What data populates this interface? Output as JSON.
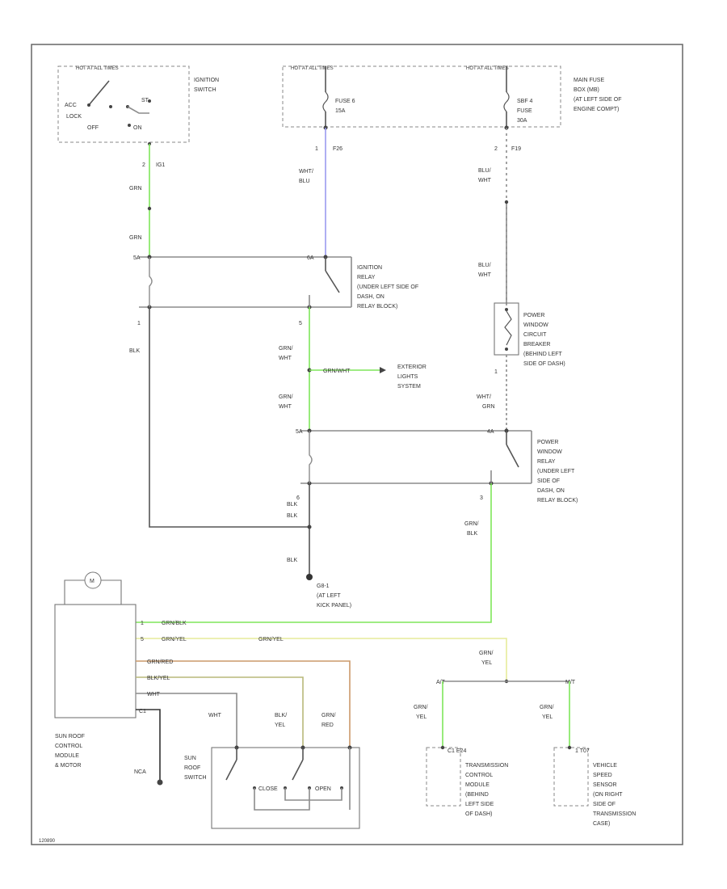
{
  "colors": {
    "grn": "#7ee65a",
    "blu": "#9a9aee",
    "yel": "#e6ec9a",
    "red": "#cc9a6a",
    "wire": "#8c8c8c",
    "blk": "#555555"
  },
  "diagram_code": "120890",
  "ignition_switch": {
    "header": "HOT AT ALL TIMES",
    "label1": "IGNITION",
    "label2": "SWITCH",
    "acc": "ACC",
    "lock": "LOCK",
    "start": "ST",
    "off": "OFF",
    "on": "ON",
    "pin": "2",
    "pin_name": "IG1"
  },
  "fuse_box": {
    "header1": "HOT AT ALL TIMES",
    "header2": "HOT AT ALL TIMES",
    "fuse1": "FUSE 6",
    "fuse1_amp": "15A",
    "fuse2": "SBF 4",
    "fuse2_name": "FUSE",
    "fuse2_amp": "30A",
    "loc1": "MAIN FUSE",
    "loc2": "BOX (MB)",
    "loc3": "(AT LEFT SIDE OF",
    "loc4": "ENGINE COMPT)",
    "pin1": "1",
    "pin1_name": "F26",
    "pin2": "2",
    "pin2_name": "F19"
  },
  "wires": {
    "grn_a": "GRN",
    "grn_b": "GRN",
    "wht1": "WHT/",
    "blu1": "BLU",
    "blu_wht1": "BLU/",
    "wht_a": "WHT",
    "blu_wht2": "BLU/",
    "wht_b": "WHT",
    "blk1": "BLK",
    "grn_wht1": "GRN/",
    "wht_c": "WHT",
    "grn_wht2": "GRN/",
    "wht_d": "WHT",
    "grn_wht_h": "GRN/WHT",
    "wht_grn1": "WHT/",
    "grn_c": "GRN",
    "grn_blk1": "GRN/",
    "blk2": "BLK",
    "blk3": "BLK",
    "blk4": "BLK",
    "grn_blk_h": "GRN/BLK",
    "grn_yel_h1": "GRN/YEL",
    "grn_yel_h2": "GRN/YEL",
    "grn_yel_v1": "GRN/",
    "yel1": "YEL",
    "grn_yel_v2": "GRN/",
    "yel2": "YEL",
    "grn_yel_v3": "GRN/",
    "yel3": "YEL",
    "grn_red_h": "GRN/RED",
    "blk_yel_h": "BLK/YEL",
    "wht_h": "WHT",
    "wht_v": "WHT",
    "blk_v": "BLK/",
    "yel_v": "YEL",
    "grn_v": "GRN/",
    "red_v": "RED",
    "nca": "NCA"
  },
  "ignition_relay": {
    "l1": "IGNITION",
    "l2": "RELAY",
    "l3": "(UNDER LEFT SIDE OF",
    "l4": "DASH, ON",
    "l5": "RELAY BLOCK)",
    "p1": "5A",
    "p2": "6A",
    "p3": "1",
    "p4": "5"
  },
  "exterior": {
    "l1": "EXTERIOR",
    "l2": "LIGHTS",
    "l3": "SYSTEM"
  },
  "circuit_breaker": {
    "l1": "POWER",
    "l2": "WINDOW",
    "l3": "CIRCUIT",
    "l4": "BREAKER",
    "l5": "(BEHIND LEFT",
    "l6": "SIDE OF DASH)",
    "pin": "1"
  },
  "pw_relay": {
    "l1": "POWER",
    "l2": "WINDOW",
    "l3": "RELAY",
    "l4": "(UNDER LEFT",
    "l5": "SIDE OF",
    "l6": "DASH, ON",
    "l7": "RELAY BLOCK)",
    "p1": "5A",
    "p2": "4A",
    "p3": "6",
    "p4": "3"
  },
  "ground": {
    "l1": "G8-1",
    "l2": "(AT LEFT",
    "l3": "KICK PANEL)"
  },
  "sunroof_module": {
    "motor": "M",
    "l1": "SUN ROOF",
    "l2": "CONTROL",
    "l3": "MODULE",
    "l4": "& MOTOR",
    "pin_a": "1",
    "pin_b": "5",
    "conn": "C1"
  },
  "sunroof_switch": {
    "l1": "SUN",
    "l2": "ROOF",
    "l3": "SWITCH",
    "close": "CLOSE",
    "open": "OPEN"
  },
  "splice": {
    "at": "A/T",
    "mt": "M/T"
  },
  "tcm": {
    "pin": "C1 E24",
    "l1": "TRANSMISSION",
    "l2": "CONTROL",
    "l3": "MODULE",
    "l4": "(BEHIND",
    "l5": "LEFT SIDE",
    "l6": "OF DASH)"
  },
  "vss": {
    "pin": "1 T07",
    "l1": "VEHICLE",
    "l2": "SPEED",
    "l3": "SENSOR",
    "l4": "(ON RIGHT",
    "l5": "SIDE OF",
    "l6": "TRANSMISSION",
    "l7": "CASE)"
  }
}
